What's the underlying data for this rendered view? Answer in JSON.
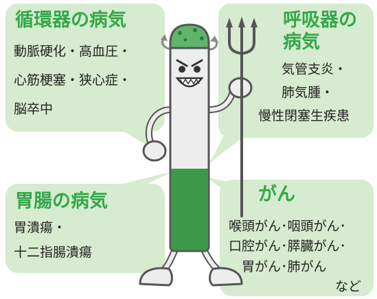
{
  "colors": {
    "bubble": "#d6ebcf",
    "heading": "#33a84a",
    "text": "#222222",
    "cigarette_body": "#ededed",
    "cigarette_filter": "#3a9a48",
    "outline": "#555555",
    "ash": "#5fb66a"
  },
  "panels": {
    "circulatory": {
      "title": "循環器の病気",
      "lines": [
        "動脈硬化・高血圧・",
        "心筋梗塞・狭心症・",
        "脳卒中"
      ]
    },
    "respiratory": {
      "title_lines": [
        "呼吸器の",
        "病気"
      ],
      "lines": [
        "気管支炎・",
        "肺気腫・",
        "慢性閉塞生疾患"
      ]
    },
    "digestive": {
      "title": "胃腸の病気",
      "lines": [
        "胃潰瘍・",
        "十二指腸潰瘍"
      ]
    },
    "cancer": {
      "title": "がん",
      "lines": [
        "喉頭がん･咽頭がん･",
        "口腔がん･膵臓がん･",
        "胃がん･肺がん",
        "など"
      ]
    }
  },
  "icons": {
    "character": "cigarette-character-icon",
    "trident": "trident-icon",
    "smoke": "smoke-icon"
  }
}
